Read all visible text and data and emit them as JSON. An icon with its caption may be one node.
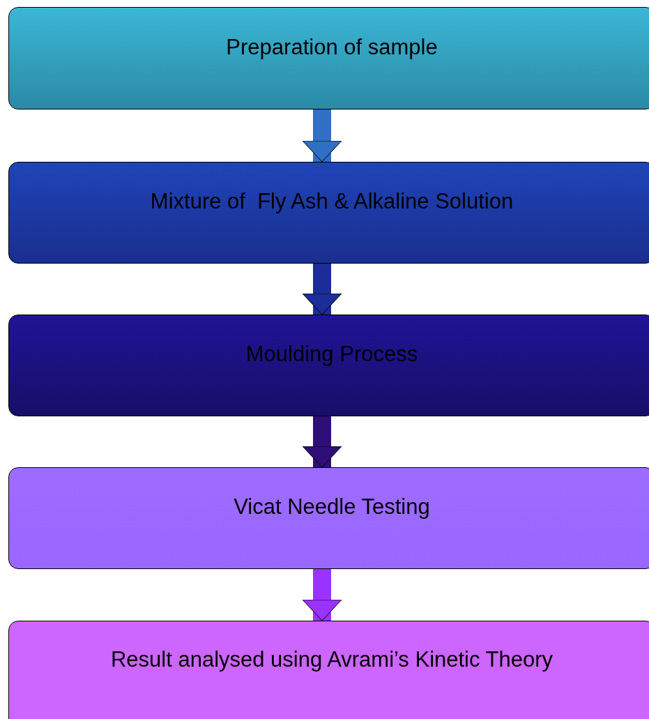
{
  "diagram": {
    "nodes": [
      {
        "text": [
          "Preparation of sample"
        ]
      },
      {
        "text": [
          "Mixture of  Fly Ash & Alkaline Solution"
        ]
      },
      {
        "text": [
          "Moulding Process"
        ]
      },
      {
        "text": [
          "Vicat Needle Testing"
        ]
      },
      {
        "text": [
          "Result analysed using Avrami’s Kinetic Theory"
        ]
      }
    ],
    "edges": [
      {
        "from": 0,
        "to": 1,
        "arrow": "to",
        "color": "#2f6fc4"
      },
      {
        "from": 1,
        "to": 2,
        "arrow": "to",
        "color": "#1c2c98"
      },
      {
        "from": 2,
        "to": 3,
        "arrow": "to",
        "color": "#2e0f78"
      },
      {
        "from": 3,
        "to": 4,
        "arrow": "to",
        "color": "#9a33ff"
      }
    ]
  }
}
